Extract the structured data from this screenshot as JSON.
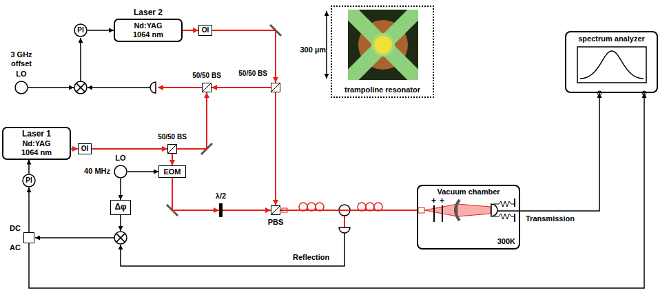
{
  "diagram": {
    "nodes": [
      {
        "text": [
          "Laser 2",
          "Nd:YAG 1064 nm"
        ]
      },
      {
        "text": [
          "PI"
        ]
      },
      {
        "text": [
          "OI"
        ]
      },
      {
        "text": [
          "3 GHz offset",
          "LO"
        ]
      },
      {
        "text": [
          "50/50 BS"
        ]
      },
      {
        "text": [
          "50/50 BS"
        ]
      },
      {
        "text": [
          "50/50 BS"
        ]
      },
      {
        "text": [
          "Laser 1",
          "Nd:YAG 1064 nm"
        ]
      },
      {
        "text": [
          "OI"
        ]
      },
      {
        "text": [
          "LO",
          "40 MHz"
        ]
      },
      {
        "text": [
          "EOM"
        ]
      },
      {
        "text": [
          "Δφ"
        ]
      },
      {
        "text": [
          "PI"
        ]
      },
      {
        "text": [
          "DC",
          "AC"
        ]
      },
      {
        "text": [
          "λ/2"
        ]
      },
      {
        "text": [
          "PBS"
        ]
      },
      {
        "text": [
          "Vacuum chamber",
          "300K"
        ]
      },
      {
        "text": [
          "300 µm",
          "trampoline resonator"
        ]
      },
      {
        "text": [
          "spectrum analyzer"
        ]
      }
    ],
    "edges": [
      {
        "from": 1,
        "to": 0,
        "arrow": "to"
      },
      {
        "from": 0,
        "to": 2,
        "arrow": "to"
      },
      {
        "from": 2,
        "to": 5,
        "arrow": "to"
      },
      {
        "from": 5,
        "to": 4,
        "arrow": "to"
      },
      {
        "from": 5,
        "to": 15,
        "arrow": "to"
      },
      {
        "from": 7,
        "to": 8,
        "arrow": "to"
      },
      {
        "from": 8,
        "to": 6,
        "arrow": "to"
      },
      {
        "from": 6,
        "to": 4,
        "arrow": "to"
      },
      {
        "from": 6,
        "to": 10,
        "arrow": "to"
      },
      {
        "from": 10,
        "to": 14,
        "arrow": "to"
      },
      {
        "from": 14,
        "to": 15,
        "arrow": "to"
      },
      {
        "from": 9,
        "to": 10,
        "arrow": "to"
      },
      {
        "from": 9,
        "to": 11,
        "arrow": "to"
      },
      {
        "from": 13,
        "to": 12,
        "arrow": "to"
      },
      {
        "from": 12,
        "to": 7,
        "arrow": "to"
      },
      {
        "from": 15,
        "to": 16,
        "arrow": "none"
      },
      {
        "from": 16,
        "to": 18,
        "label": "Transmission",
        "arrow": "to"
      },
      {
        "from": 13,
        "to": 18,
        "arrow": "to"
      }
    ],
    "labels": [
      "+",
      "+",
      "Reflection"
    ]
  }
}
